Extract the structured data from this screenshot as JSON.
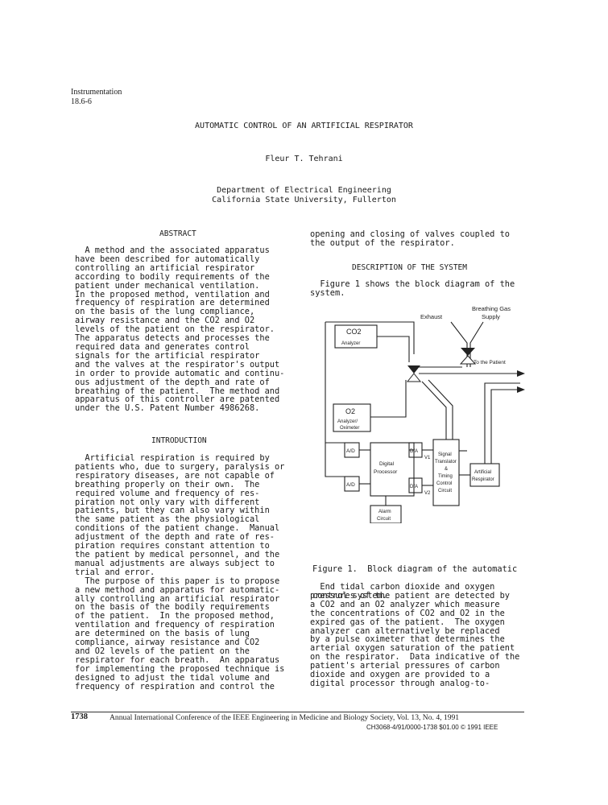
{
  "header": {
    "session_line1": "Instrumentation",
    "session_line2": "18.6-6",
    "title": "AUTOMATIC CONTROL OF AN ARTIFICIAL RESPIRATOR",
    "author": "Fleur T. Tehrani",
    "affiliation_line1": "Department of Electrical Engineering",
    "affiliation_line2": "California State University, Fullerton"
  },
  "abstract": {
    "heading": "ABSTRACT",
    "lines": [
      "  A method and the associated apparatus",
      "have been described for automatically",
      "controlling an artificial respirator",
      "according to bodily requirements of the",
      "patient under mechanical ventilation.",
      "In the proposed method, ventilation and",
      "frequency of respiration are determined",
      "on the basis of the lung compliance,",
      "airway resistance and the CO2 and O2",
      "levels of the patient on the respirator.",
      "The apparatus detects and processes the",
      "required data and generates control",
      "signals for the artificial respirator",
      "and the valves at the respirator's output",
      "in order to provide automatic and continu-",
      "ous adjustment of the depth and rate of",
      "breathing of the patient.  The method and",
      "apparatus of this controller are patented",
      "under the U.S. Patent Number 4986268."
    ]
  },
  "introduction": {
    "heading": "INTRODUCTION",
    "lines": [
      "  Artificial respiration is required by",
      "patients who, due to surgery, paralysis or",
      "respiratory diseases, are not capable of",
      "breathing properly on their own.  The",
      "required volume and frequency of res-",
      "piration not only vary with different",
      "patients, but they can also vary within",
      "the same patient as the physiological",
      "conditions of the patient change.  Manual",
      "adjustment of the depth and rate of res-",
      "piration requires constant attention to",
      "the patient by medical personnel, and the",
      "manual adjustments are always subject to",
      "trial and error.",
      "  The purpose of this paper is to propose",
      "a new method and apparatus for automatic-",
      "ally controlling an artificial respirator",
      "on the basis of the bodily requirements",
      "of the patient.  In the proposed method,",
      "ventilation and frequency of respiration",
      "are determined on the basis of lung",
      "compliance, airway resistance and CO2",
      "and O2 levels of the patient on the",
      "respirator for each breath.  An apparatus",
      "for implementing the proposed technique is",
      "designed to adjust the tidal volume and",
      "frequency of respiration and control the"
    ]
  },
  "right_top": {
    "lines": [
      "opening and closing of valves coupled to",
      "the output of the respirator."
    ]
  },
  "description": {
    "heading": "DESCRIPTION OF THE SYSTEM",
    "lines": [
      "  Figure 1 shows the block diagram of the",
      "system."
    ]
  },
  "figure": {
    "caption_line1": "Figure 1.  Block diagram of the automatic",
    "caption_line2": "control system.",
    "labels": {
      "exhaust": "Exhaust",
      "gas_supply_1": "Breathing Gas",
      "gas_supply_2": "Supply",
      "co2": "CO2",
      "co2_sub": "Analyzer",
      "o2": "O2",
      "o2_sub1": "Analyzer/",
      "o2_sub2": "Oximeter",
      "to_patient": "To the Patient",
      "ad1": "A/D",
      "ad2": "A/D",
      "digital1": "Digital",
      "digital2": "Processor",
      "da1": "D/A",
      "da2": "D/A",
      "v1": "V1",
      "v2": "V2",
      "sig1": "Signal",
      "sig2": "Translator",
      "sig3": "&",
      "sig4": "Timing",
      "sig5": "Control",
      "sig6": "Circuit",
      "resp1": "Artificial",
      "resp2": "Respirator",
      "alarm1": "Alarm",
      "alarm2": "Circuit"
    }
  },
  "body_right": {
    "lines": [
      "  End tidal carbon dioxide and oxygen",
      "pressures of the patient are detected by",
      "a CO2 and an O2 analyzer which measure",
      "the concentrations of CO2 and O2 in the",
      "expired gas of the patient.  The oxygen",
      "analyzer can alternatively be replaced",
      "by a pulse oximeter that determines the",
      "arterial oxygen saturation of the patient",
      "on the respirator.  Data indicative of the",
      "patient's arterial pressures of carbon",
      "dioxide and oxygen are provided to a",
      "digital processor through analog-to-"
    ]
  },
  "footer": {
    "page_number": "1738",
    "conference": "Annual International Conference of the IEEE Engineering in Medicine and Biology Society, Vol. 13, No. 4, 1991",
    "code": "CH3068-4/91/0000-1738 $01.00 © 1991 IEEE"
  }
}
